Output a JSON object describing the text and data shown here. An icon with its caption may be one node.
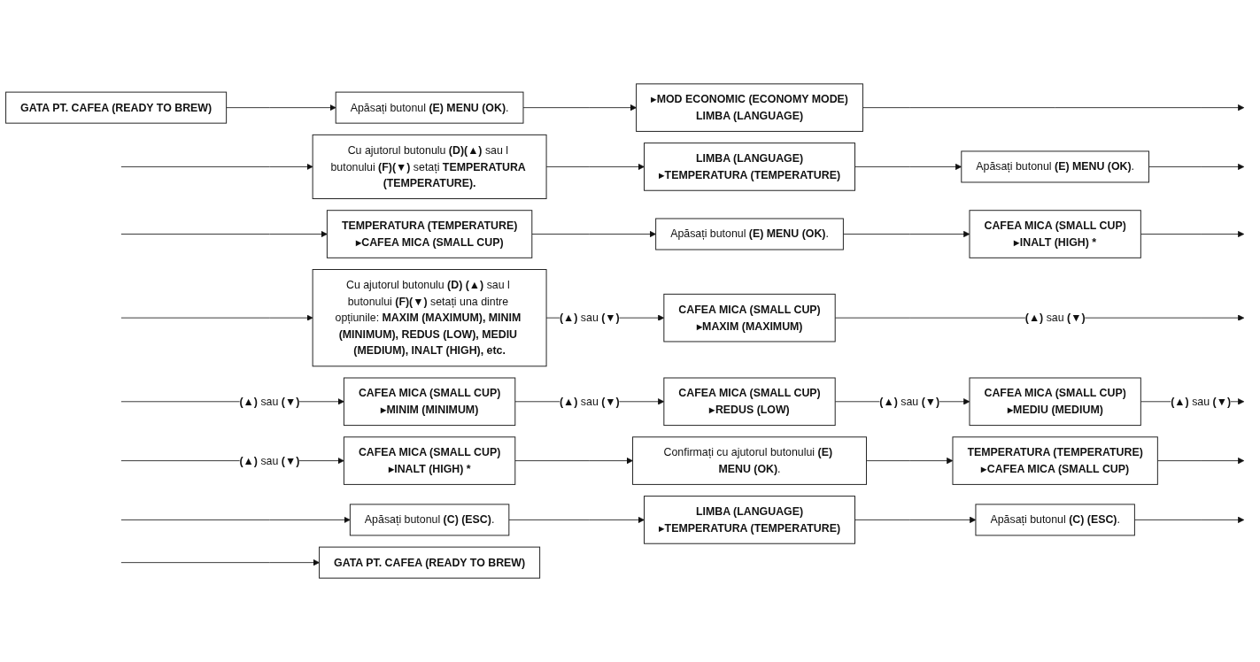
{
  "diagram": {
    "nodes": [
      {
        "text": [
          "GATA PT. CAFEA (READY TO BREW)"
        ]
      },
      {
        "text": [
          "Apăsați butonul **(E) MENU (OK)**."
        ]
      },
      {
        "text": [
          "▸MOD ECONOMIC (ECONOMY MODE)",
          "LIMBA (LANGUAGE)"
        ]
      },
      {
        "text": [
          "Cu ajutorul butonulu **(D)(▲)** sau l butonului **(F)(▼)** setați **TEMPERATURA (TEMPERATURE).**"
        ]
      },
      {
        "text": [
          "LIMBA (LANGUAGE)",
          "▸TEMPERATURA (TEMPERATURE)"
        ]
      },
      {
        "text": [
          "Apăsați butonul **(E) MENU (OK)**."
        ]
      },
      {
        "text": [
          "TEMPERATURA (TEMPERATURE)",
          "▸CAFEA MICA (SMALL CUP)"
        ]
      },
      {
        "text": [
          "Apăsați butonul **(E) MENU (OK)**."
        ]
      },
      {
        "text": [
          "CAFEA MICA (SMALL CUP)",
          "▸INALT (HIGH) *"
        ]
      },
      {
        "text": [
          "Cu ajutorul butonulu **(D) (▲)** sau l butonului **(F)(▼)** setați una dintre opțiunile: **MAXIM (MAXIMUM), MINIM (MINIMUM), REDUS (LOW), MEDIU (MEDIUM), INALT (HIGH), etc.**"
        ]
      },
      {
        "text": [
          "CAFEA MICA (SMALL CUP)",
          "▸MAXIM (MAXIMUM)"
        ]
      },
      {
        "text": [
          "CAFEA MICA (SMALL CUP)",
          "▸MINIM (MINIMUM)"
        ]
      },
      {
        "text": [
          "CAFEA MICA (SMALL CUP)",
          "▸REDUS (LOW)"
        ]
      },
      {
        "text": [
          "CAFEA MICA (SMALL CUP)",
          "▸MEDIU (MEDIUM)"
        ]
      },
      {
        "text": [
          "CAFEA MICA (SMALL CUP)",
          "▸INALT (HIGH) *"
        ]
      },
      {
        "text": [
          "Confirmați cu ajutorul butonului **(E) MENU (OK)**."
        ]
      },
      {
        "text": [
          "TEMPERATURA (TEMPERATURE)",
          "▸CAFEA MICA (SMALL CUP)"
        ]
      },
      {
        "text": [
          "Apăsați butonul **(C) (ESC)**."
        ]
      },
      {
        "text": [
          "LIMBA (LANGUAGE)",
          "▸TEMPERATURA (TEMPERATURE)"
        ]
      },
      {
        "text": [
          "Apăsați butonul **(C) (ESC)**."
        ]
      },
      {
        "text": [
          "GATA PT. CAFEA (READY TO BREW)"
        ]
      }
    ],
    "edges": [
      {
        "from": 0,
        "to": 1,
        "arrow": "to"
      },
      {
        "from": 1,
        "to": 2,
        "arrow": "to"
      },
      {
        "from": 2,
        "to": null,
        "arrow": "to"
      },
      {
        "from": null,
        "to": 3,
        "arrow": "to"
      },
      {
        "from": 3,
        "to": 4,
        "arrow": "to"
      },
      {
        "from": 4,
        "to": 5,
        "arrow": "to"
      },
      {
        "from": 5,
        "to": null,
        "arrow": "to"
      },
      {
        "from": null,
        "to": 6,
        "arrow": "to"
      },
      {
        "from": 6,
        "to": 7,
        "arrow": "to"
      },
      {
        "from": 7,
        "to": 8,
        "arrow": "to"
      },
      {
        "from": 8,
        "to": null,
        "arrow": "to"
      },
      {
        "from": null,
        "to": 9,
        "arrow": "to"
      },
      {
        "from": 9,
        "to": 10,
        "arrow": "to",
        "label": "**(▲)** sau **(▼)**"
      },
      {
        "from": 10,
        "to": null,
        "arrow": "to",
        "label": "**(▲)** sau **(▼)**"
      },
      {
        "from": null,
        "to": 11,
        "arrow": "to",
        "label": "**(▲)** sau **(▼)**"
      },
      {
        "from": 11,
        "to": 12,
        "arrow": "to",
        "label": "**(▲)** sau **(▼)**"
      },
      {
        "from": 12,
        "to": 13,
        "arrow": "to",
        "label": "**(▲)** sau **(▼)**"
      },
      {
        "from": 13,
        "to": null,
        "arrow": "to",
        "label": "**(▲)** sau **(▼)**"
      },
      {
        "from": null,
        "to": 14,
        "arrow": "to",
        "label": "**(▲)** sau **(▼)**"
      },
      {
        "from": 14,
        "to": 15,
        "arrow": "to"
      },
      {
        "from": 15,
        "to": 16,
        "arrow": "to"
      },
      {
        "from": 16,
        "to": null,
        "arrow": "to"
      },
      {
        "from": null,
        "to": 17,
        "arrow": "to"
      },
      {
        "from": 17,
        "to": 18,
        "arrow": "to"
      },
      {
        "from": 18,
        "to": 19,
        "arrow": "to"
      },
      {
        "from": 19,
        "to": null,
        "arrow": "to"
      },
      {
        "from": null,
        "to": 20,
        "arrow": "to"
      }
    ]
  }
}
